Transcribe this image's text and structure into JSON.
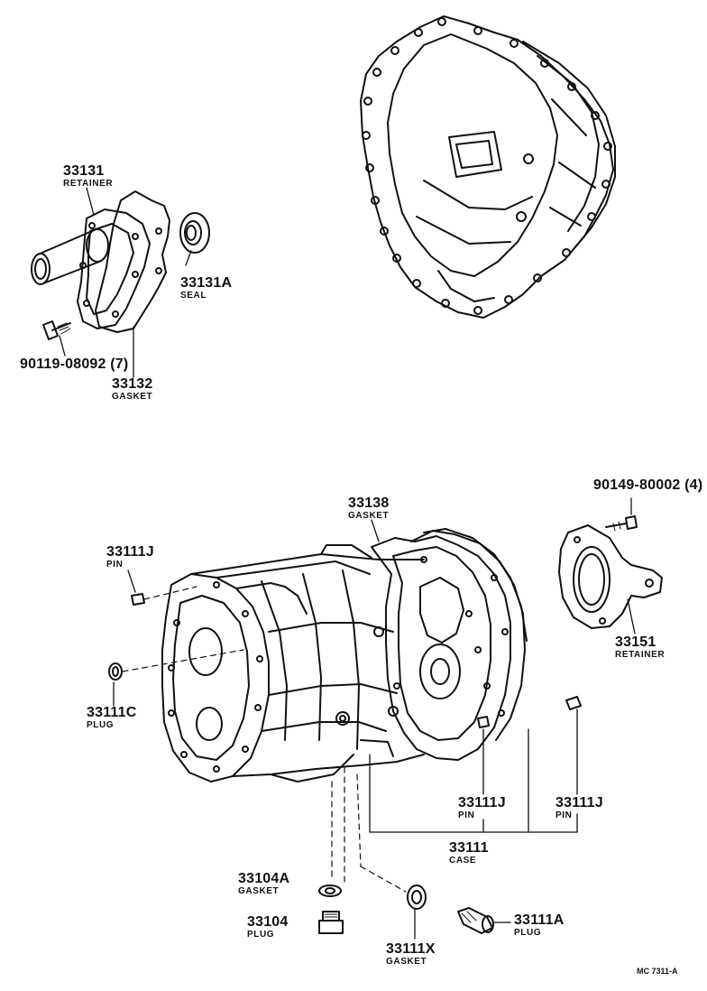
{
  "parts": {
    "p33131": {
      "number": "33131",
      "name": "RETAINER"
    },
    "p33131A": {
      "number": "33131A",
      "name": "SEAL"
    },
    "p90119": {
      "number": "90119-08092 (7)"
    },
    "p33132": {
      "number": "33132",
      "name": "GASKET"
    },
    "p90149": {
      "number": "90149-80002 (4)"
    },
    "p33138": {
      "number": "33138",
      "name": "GASKET"
    },
    "p33111J_left": {
      "number": "33111J",
      "name": "PIN"
    },
    "p33151": {
      "number": "33151",
      "name": "RETAINER"
    },
    "p33111C": {
      "number": "33111C",
      "name": "PLUG"
    },
    "p33111J_mid": {
      "number": "33111J",
      "name": "PIN"
    },
    "p33111J_right": {
      "number": "33111J",
      "name": "PIN"
    },
    "p33111": {
      "number": "33111",
      "name": "CASE"
    },
    "p33104A": {
      "number": "33104A",
      "name": "GASKET"
    },
    "p33104": {
      "number": "33104",
      "name": "PLUG"
    },
    "p33111X": {
      "number": "33111X",
      "name": "GASKET"
    },
    "p33111A": {
      "number": "33111A",
      "name": "PLUG"
    }
  },
  "figure_code": "MC 7311-A"
}
